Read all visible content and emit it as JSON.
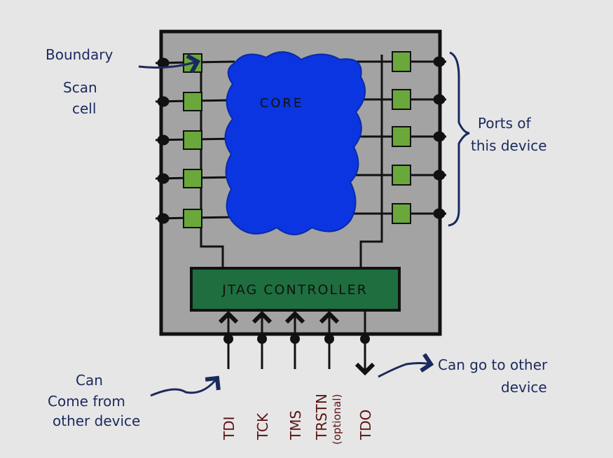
{
  "core_label": "CORE",
  "controller_label": "JTAG CONTROLLER",
  "annotations": {
    "boundary_scan_cell": [
      "Boundary",
      "Scan",
      "cell"
    ],
    "ports": [
      "Ports of",
      "this device"
    ],
    "come_from": [
      "Can",
      "Come from",
      "other device"
    ],
    "go_to": [
      "Can go to other",
      "device"
    ]
  },
  "signals": [
    {
      "name": "TDI",
      "direction": "in"
    },
    {
      "name": "TCK",
      "direction": "in"
    },
    {
      "name": "TMS",
      "direction": "in"
    },
    {
      "name": "TRSTN",
      "note": "(optional)",
      "direction": "in"
    },
    {
      "name": "TDO",
      "direction": "out"
    }
  ],
  "colors": {
    "background": "#e6e6e6",
    "device": "#a3a3a3",
    "core": "#0a35e0",
    "cell": "#6aa83c",
    "controller": "#1f6e3f",
    "annotation": "#1a2a5e",
    "signal_label": "#5c1414"
  }
}
